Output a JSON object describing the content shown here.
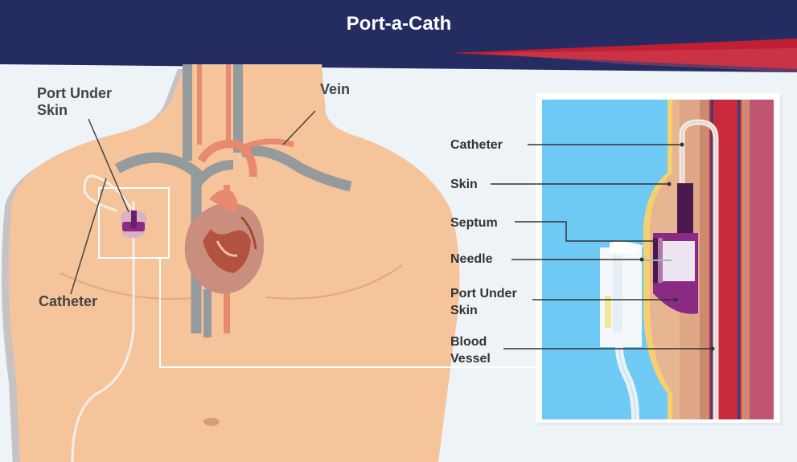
{
  "title": "Port-a-Cath",
  "colors": {
    "header": "#252c62",
    "accent_red": "#c11f33",
    "skin": "#f5c49b",
    "vein": "#959a9c",
    "artery": "#e88a6f",
    "water": "#6ec9f5",
    "port": "#8a2a84",
    "tissue_dark": "#c0556f",
    "blood_vessel": "#c82a3b"
  },
  "body_labels": {
    "port_under_skin_1": "Port Under",
    "port_under_skin_2": "Skin",
    "vein": "Vein",
    "catheter": "Catheter"
  },
  "detail_labels": {
    "catheter": "Catheter",
    "skin": "Skin",
    "septum": "Septum",
    "needle": "Needle",
    "port_under_skin_1": "Port Under",
    "port_under_skin_2": "Skin",
    "blood_vessel_1": "Blood",
    "blood_vessel_2": "Vessel"
  }
}
